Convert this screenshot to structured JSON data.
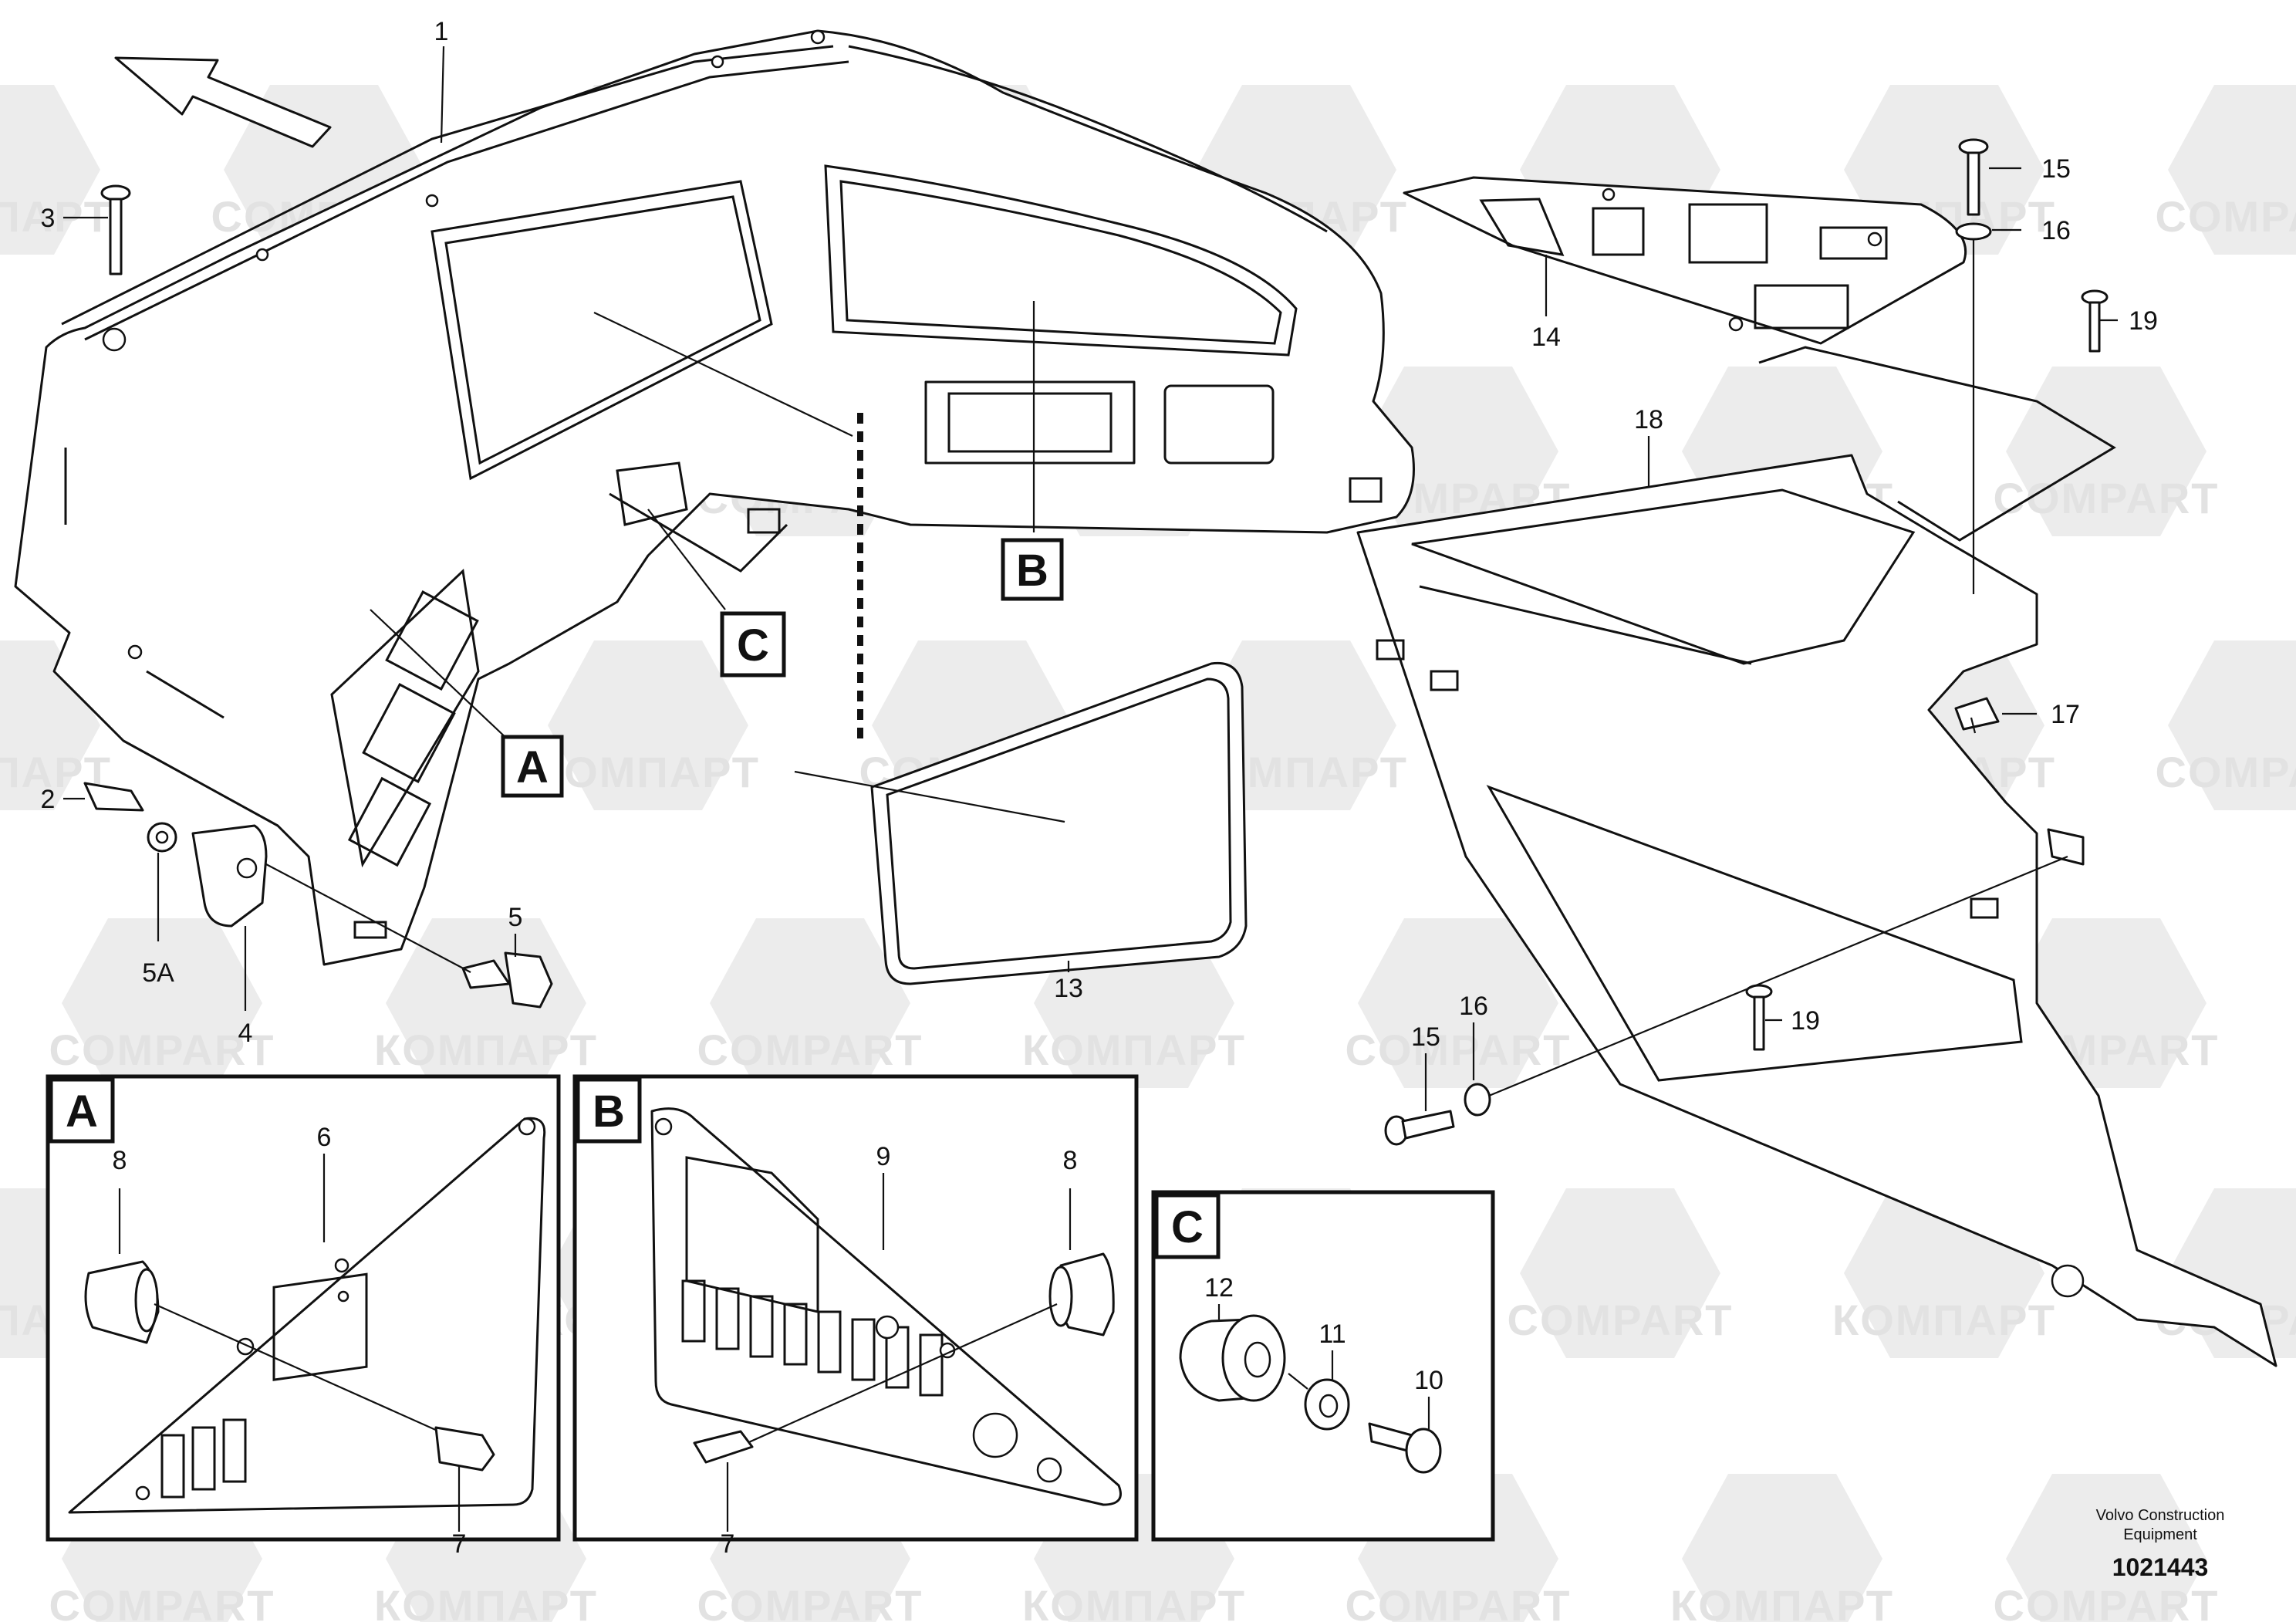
{
  "watermarks": [
    "КОМПАРТ",
    "COMPART"
  ],
  "callouts": {
    "c1": "1",
    "c2": "2",
    "c3": "3",
    "c4": "4",
    "c5": "5",
    "c5a": "5A",
    "c13": "13",
    "c14": "14",
    "c15a": "15",
    "c15b": "15",
    "c16a": "16",
    "c16b": "16",
    "c17": "17",
    "c18": "18",
    "c19a": "19",
    "c19b": "19",
    "c6": "6",
    "c7a": "7",
    "c7b": "7",
    "c8a": "8",
    "c8b": "8",
    "c9": "9",
    "c10": "10",
    "c11": "11",
    "c12": "12"
  },
  "detail_tags": {
    "a": "A",
    "b": "B",
    "c": "C"
  },
  "credit": {
    "line1": "Volvo Construction",
    "line2": "Equipment",
    "number": "1021443"
  }
}
